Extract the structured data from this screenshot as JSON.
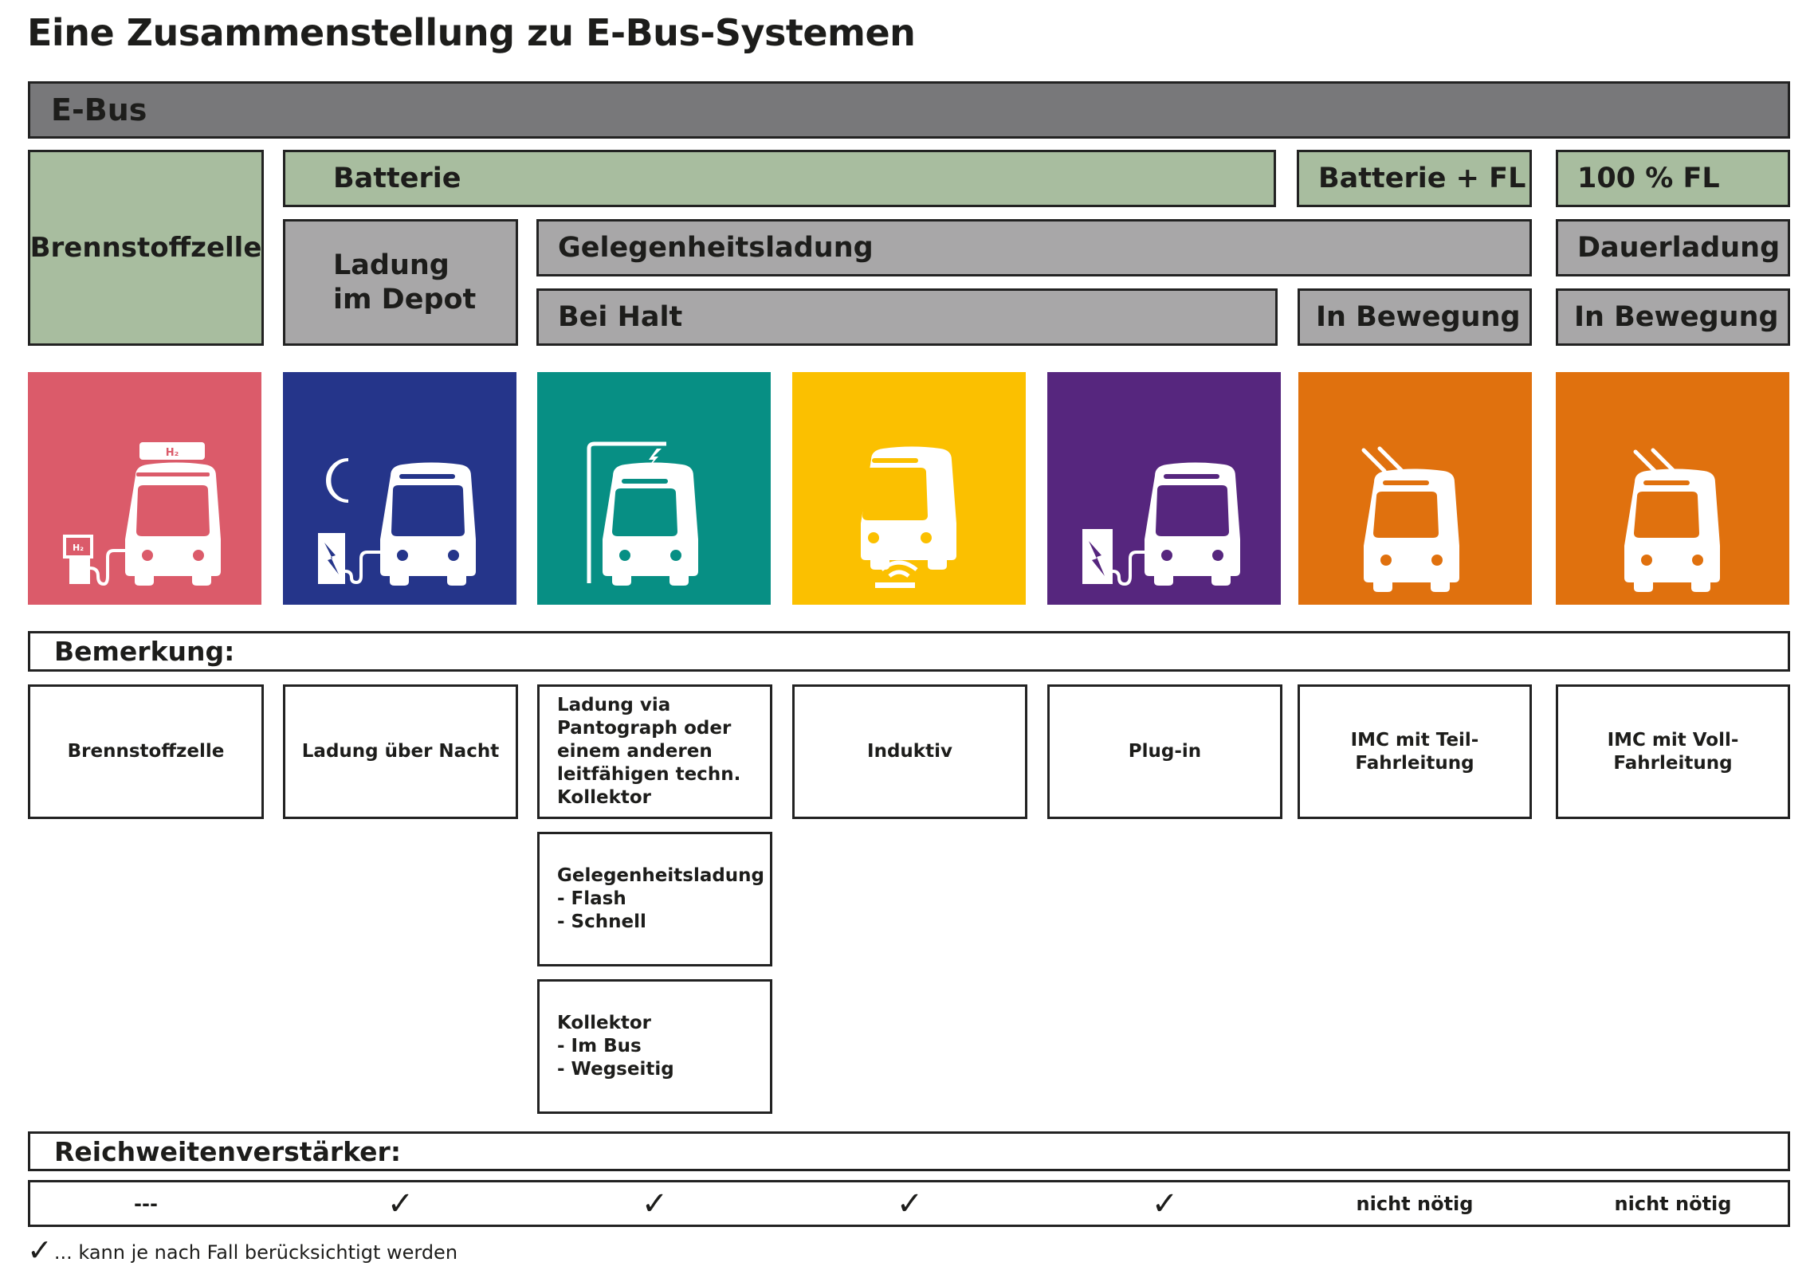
{
  "title": "Eine Zusammenstellung zu E-Bus-Systemen",
  "colors": {
    "header_dark": "#78787a",
    "header_green": "#a8bd9f",
    "header_gray": "#a8a7a8",
    "tile_fuel_cell": "#db5b6a",
    "tile_depot": "#25358a",
    "tile_pantograph": "#078f84",
    "tile_inductive": "#fbc000",
    "tile_plugin": "#56267e",
    "tile_imc_partial": "#e0710e",
    "tile_imc_full": "#e0710e"
  },
  "hierarchy": {
    "root": "E-Bus",
    "level1": {
      "fuel_cell": "Brennstoffzelle",
      "battery": "Batterie",
      "battery_fl": "Batterie + FL",
      "full_fl": "100 % FL"
    },
    "level2": {
      "depot": "Ladung\nim Depot",
      "opportunity": "Gelegenheitsladung",
      "continuous": "Dauerladung"
    },
    "level3": {
      "at_stop": "Bei Halt",
      "in_motion_1": "In Bewegung",
      "in_motion_2": "In Bewegung"
    }
  },
  "tiles": [
    {
      "name": "fuel-cell-bus",
      "icon": "bus-h2-station-icon",
      "badge": "H₂"
    },
    {
      "name": "depot-charging-bus",
      "icon": "bus-night-charger-icon"
    },
    {
      "name": "pantograph-bus",
      "icon": "bus-pantograph-icon"
    },
    {
      "name": "inductive-bus",
      "icon": "bus-inductive-icon"
    },
    {
      "name": "plugin-bus",
      "icon": "bus-plug-charger-icon"
    },
    {
      "name": "imc-partial-bus",
      "icon": "trolleybus-icon"
    },
    {
      "name": "imc-full-bus",
      "icon": "trolleybus-icon"
    }
  ],
  "remarks": {
    "label": "Bemerkung:",
    "items": [
      "Brennstoffzelle",
      "Ladung über Nacht",
      "Ladung via\nPantograph oder\neinem anderen\nleitfähigen techn.\nKollektor",
      "Induktiv",
      "Plug-in",
      "IMC mit Teil-\nFahrleitung",
      "IMC mit Voll-\nFahrleitung"
    ],
    "extra": [
      "Gelegenheitsladung\n- Flash\n- Schnell",
      "Kollektor\n- Im Bus\n- Wegseitig"
    ]
  },
  "range_extender": {
    "label": "Reichweitenverstärker:",
    "values": [
      "---",
      "✓",
      "✓",
      "✓",
      "✓",
      "nicht nötig",
      "nicht nötig"
    ]
  },
  "footnote": {
    "symbol": "✓",
    "text": "... kann je nach Fall berücksichtigt werden"
  }
}
